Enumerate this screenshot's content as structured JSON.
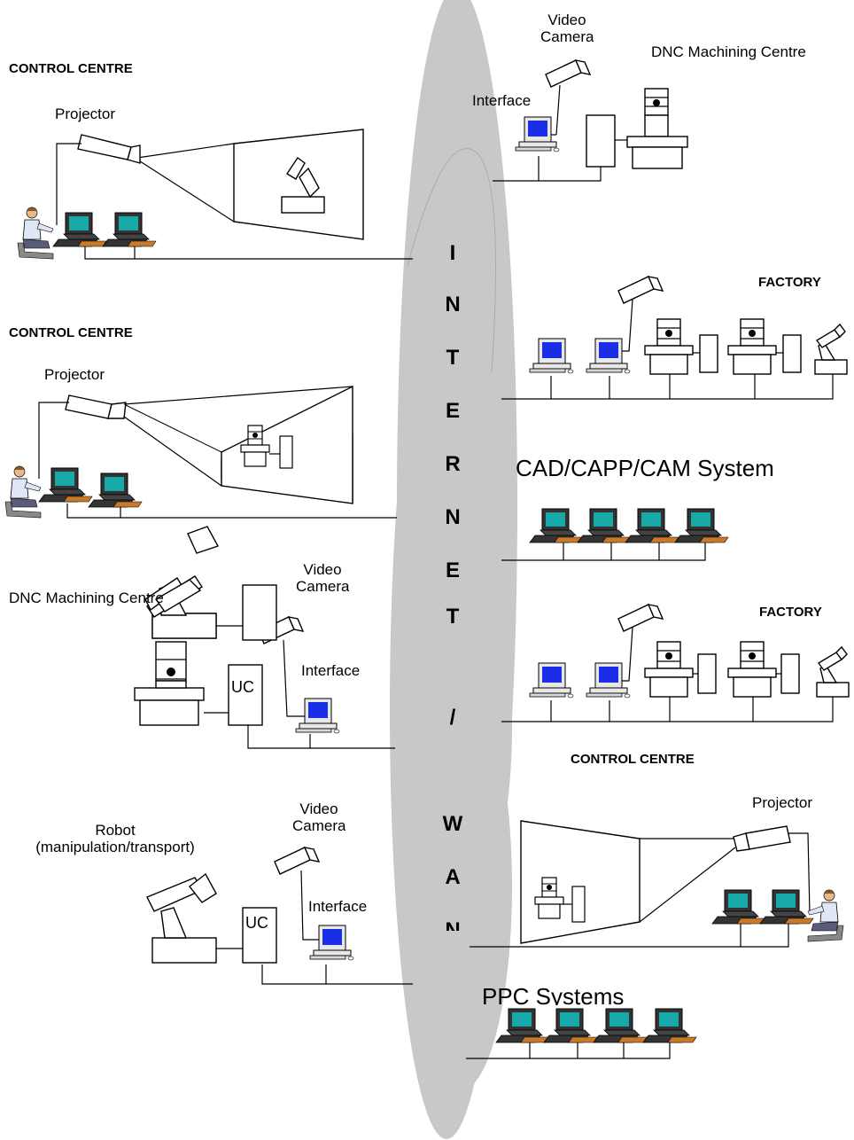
{
  "labels": {
    "control_centre": "CONTROL CENTRE",
    "projector": "Projector",
    "video_camera": "Video\nCamera",
    "dnc_machining_centre": "DNC Machining Centre",
    "interface": "Interface",
    "factory": "FACTORY",
    "cad_capp_cam": "CAD/CAPP/CAM System",
    "ppc_systems": "PPC Systems",
    "robot": "Robot\n(manipulation/transport)",
    "uc": "UC"
  },
  "network_letters": [
    "I",
    "N",
    "T",
    "E",
    "R",
    "N",
    "E",
    "T",
    "/",
    "W",
    "A",
    "N"
  ],
  "colors": {
    "cloud": "#c8c8c8",
    "screen": "#1a2ee8",
    "teal_screen": "#19a8a8"
  }
}
